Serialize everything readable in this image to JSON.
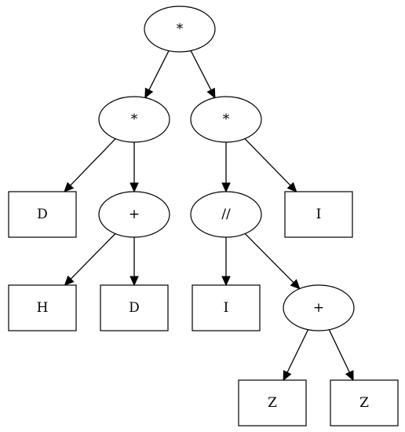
{
  "tree": {
    "nodes": [
      {
        "id": "n0",
        "label": "*",
        "shape": "ellipse"
      },
      {
        "id": "n1",
        "label": "*",
        "shape": "ellipse"
      },
      {
        "id": "n2",
        "label": "*",
        "shape": "ellipse"
      },
      {
        "id": "n3",
        "label": "D",
        "shape": "box"
      },
      {
        "id": "n4",
        "label": "+",
        "shape": "ellipse"
      },
      {
        "id": "n5",
        "label": "//",
        "shape": "ellipse"
      },
      {
        "id": "n6",
        "label": "I",
        "shape": "box"
      },
      {
        "id": "n7",
        "label": "H",
        "shape": "box"
      },
      {
        "id": "n8",
        "label": "D",
        "shape": "box"
      },
      {
        "id": "n9",
        "label": "I",
        "shape": "box"
      },
      {
        "id": "n10",
        "label": "+",
        "shape": "ellipse"
      },
      {
        "id": "n11",
        "label": "Z",
        "shape": "box"
      },
      {
        "id": "n12",
        "label": "Z",
        "shape": "box"
      }
    ],
    "edges": [
      {
        "from": "n0",
        "to": "n1"
      },
      {
        "from": "n0",
        "to": "n2"
      },
      {
        "from": "n1",
        "to": "n3"
      },
      {
        "from": "n1",
        "to": "n4"
      },
      {
        "from": "n2",
        "to": "n5"
      },
      {
        "from": "n2",
        "to": "n6"
      },
      {
        "from": "n4",
        "to": "n7"
      },
      {
        "from": "n4",
        "to": "n8"
      },
      {
        "from": "n5",
        "to": "n9"
      },
      {
        "from": "n5",
        "to": "n10"
      },
      {
        "from": "n10",
        "to": "n11"
      },
      {
        "from": "n10",
        "to": "n12"
      }
    ]
  }
}
